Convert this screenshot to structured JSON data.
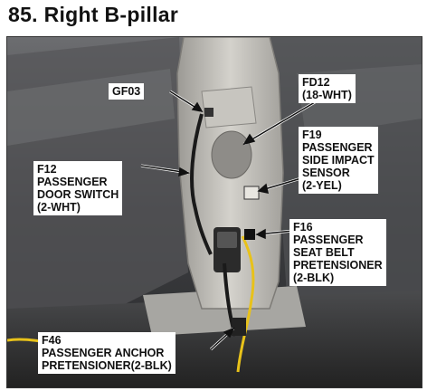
{
  "title": "85. Right B-pillar",
  "labels": {
    "gf03": "GF03",
    "fd12": "FD12\n(18-WHT)",
    "f19": "F19\nPASSENGER\nSIDE IMPACT\nSENSOR\n(2-YEL)",
    "f12": "F12\nPASSENGER\nDOOR SWITCH\n(2-WHT)",
    "f16": "F16\nPASSENGER\nSEAT BELT\nPRETENSIONER\n(2-BLK)",
    "f46": "F46\nPASSENGER ANCHOR\nPRETENSIONER(2-BLK)"
  },
  "colors": {
    "wire_yellow": "#e8c21a",
    "pillar": "#b9b7b2",
    "background_dark": "#3c3d3f"
  }
}
